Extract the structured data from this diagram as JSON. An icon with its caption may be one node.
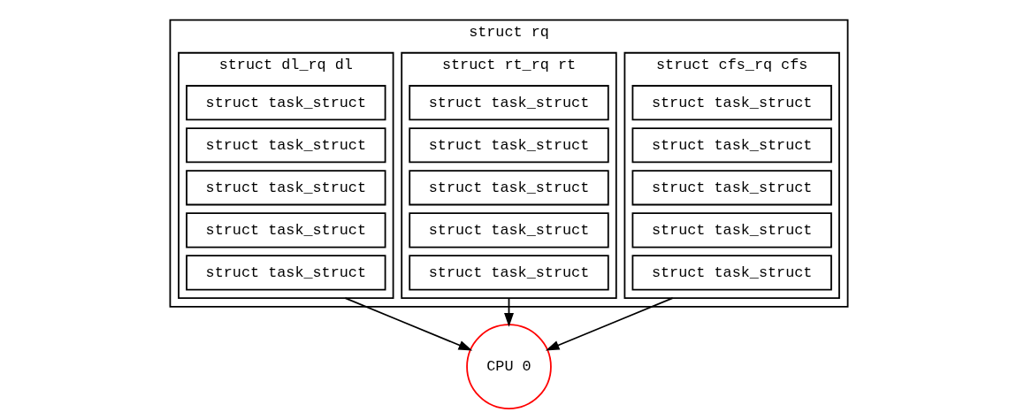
{
  "diagram": {
    "nodes": [
      {
        "text": [
          "struct rq"
        ]
      },
      {
        "text": [
          "struct dl_rq dl"
        ],
        "in": 0
      },
      {
        "text": [
          "struct task_struct"
        ],
        "in": 1
      },
      {
        "text": [
          "struct task_struct"
        ],
        "in": 1
      },
      {
        "text": [
          "struct task_struct"
        ],
        "in": 1
      },
      {
        "text": [
          "struct task_struct"
        ],
        "in": 1
      },
      {
        "text": [
          "struct task_struct"
        ],
        "in": 1
      },
      {
        "text": [
          "struct rt_rq rt"
        ],
        "in": 0
      },
      {
        "text": [
          "struct task_struct"
        ],
        "in": 7
      },
      {
        "text": [
          "struct task_struct"
        ],
        "in": 7
      },
      {
        "text": [
          "struct task_struct"
        ],
        "in": 7
      },
      {
        "text": [
          "struct task_struct"
        ],
        "in": 7
      },
      {
        "text": [
          "struct task_struct"
        ],
        "in": 7
      },
      {
        "text": [
          "struct cfs_rq cfs"
        ],
        "in": 0
      },
      {
        "text": [
          "struct task_struct"
        ],
        "in": 13
      },
      {
        "text": [
          "struct task_struct"
        ],
        "in": 13
      },
      {
        "text": [
          "struct task_struct"
        ],
        "in": 13
      },
      {
        "text": [
          "struct task_struct"
        ],
        "in": 13
      },
      {
        "text": [
          "struct task_struct"
        ],
        "in": 13
      },
      {
        "text": [
          "CPU 0"
        ]
      }
    ],
    "edges": [
      {
        "from": 1,
        "to": 19,
        "arrow": "to"
      },
      {
        "from": 7,
        "to": 19,
        "arrow": "to"
      },
      {
        "from": 13,
        "to": 19,
        "arrow": "to"
      }
    ]
  }
}
